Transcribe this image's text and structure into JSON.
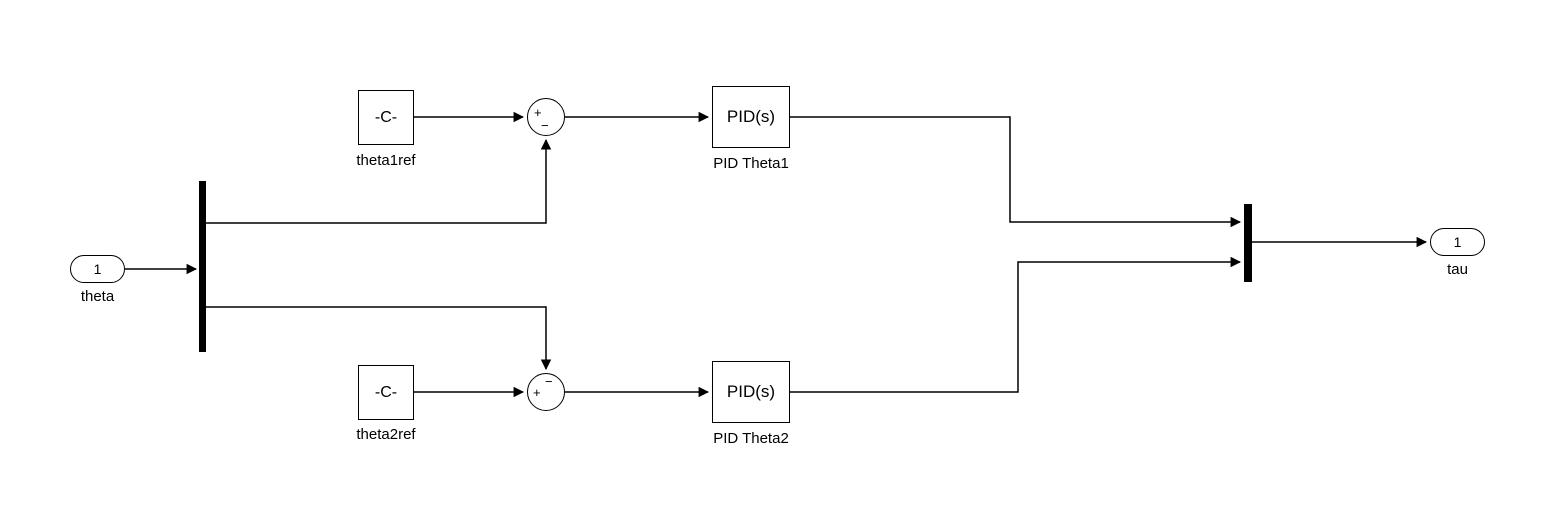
{
  "diagram": {
    "type": "simulink-block-diagram",
    "colors": {
      "background": "#ffffff",
      "line": "#000000",
      "block_border": "#000000",
      "block_fill": "#ffffff"
    },
    "blocks": {
      "inport": {
        "value": "1",
        "label": "theta"
      },
      "constant1": {
        "value": "-C-",
        "label": "theta1ref"
      },
      "sum1": {
        "plus": "+",
        "minus": "−"
      },
      "pid1": {
        "value": "PID(s)",
        "label": "PID Theta1"
      },
      "constant2": {
        "value": "-C-",
        "label": "theta2ref"
      },
      "sum2": {
        "plus": "+",
        "minus": "−"
      },
      "pid2": {
        "value": "PID(s)",
        "label": "PID Theta2"
      },
      "outport": {
        "value": "1",
        "label": "tau"
      }
    }
  }
}
